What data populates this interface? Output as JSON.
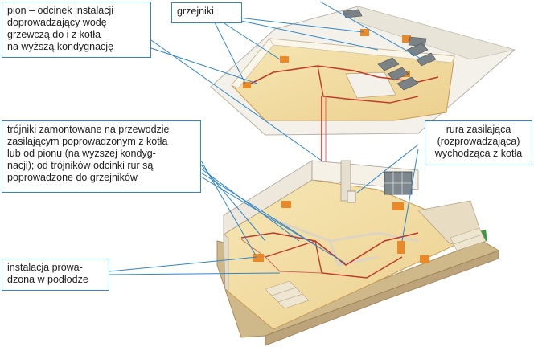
{
  "labels": {
    "pion": [
      "pion – odcinek instalacji",
      "doprowadzający wodę",
      "grzewczą do i z kotła",
      "na wyższą kondygnację"
    ],
    "grzejniki": [
      "grzejniki"
    ],
    "trojniki": [
      "trójniki zamontowane na przewodzie",
      "zasilającym poprowadzonym z kotła",
      "lub od pionu (na wyższej kondyg-",
      "nacji); od trójników odcinki rur są",
      "poprowadzone do grzejników"
    ],
    "rura": [
      "rura zasilająca",
      "(rozprowadzająca)",
      "wychodząca z kotła"
    ],
    "instalacja": [
      "instalacja prowa-",
      "dzona w podłodze"
    ]
  },
  "colors": {
    "callout_border": "#2f86c9",
    "leader_line": "#2f86c9",
    "floor": "#f3dfa6",
    "wall": "#f6f1e6",
    "radiator": "#e8892a",
    "pipe": "#c0392b",
    "roof": "#f4f1ea",
    "ground": "#cfb98a",
    "grass": "#3a9a3a"
  },
  "icons": [
    "radiator-icon",
    "roof-window-icon",
    "window-icon",
    "boiler-icon"
  ]
}
